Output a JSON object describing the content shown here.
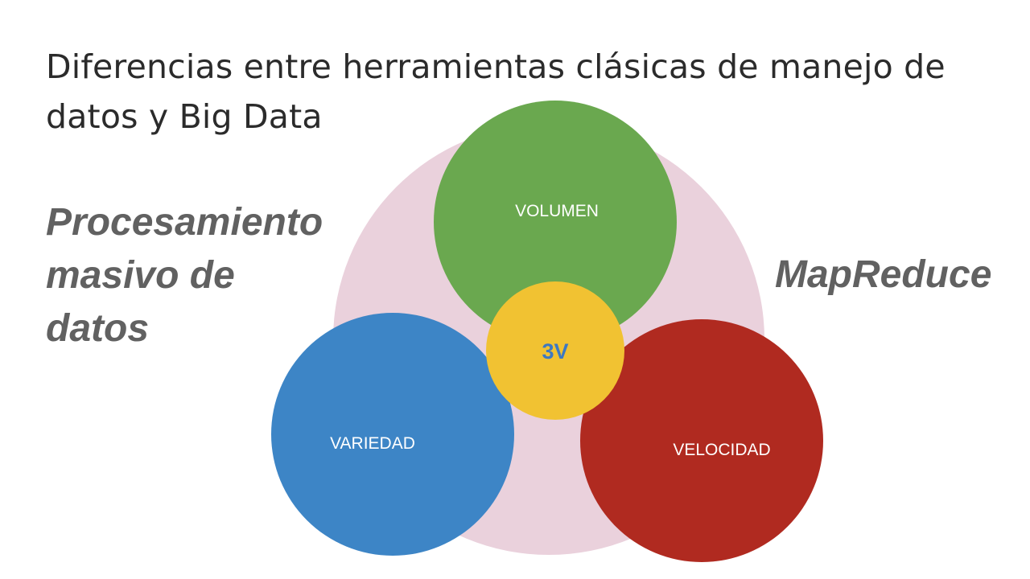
{
  "slide": {
    "title_lines": [
      "Diferencias entre herramientas clásicas de manejo de",
      "datos y Big Data"
    ],
    "left_label_lines": [
      "Procesamiento",
      "masivo de",
      "datos"
    ],
    "right_label": "MapReduce"
  },
  "diagram": {
    "circles": {
      "volumen": {
        "label": "VOLUMEN",
        "color": "#6aa84f"
      },
      "variedad": {
        "label": "VARIEDAD",
        "color": "#3d85c6"
      },
      "velocidad": {
        "label": "VELOCIDAD",
        "color": "#b02a20"
      },
      "center": {
        "label": "3V",
        "color": "#f1c232"
      }
    },
    "background_color": "#ead1dc"
  }
}
